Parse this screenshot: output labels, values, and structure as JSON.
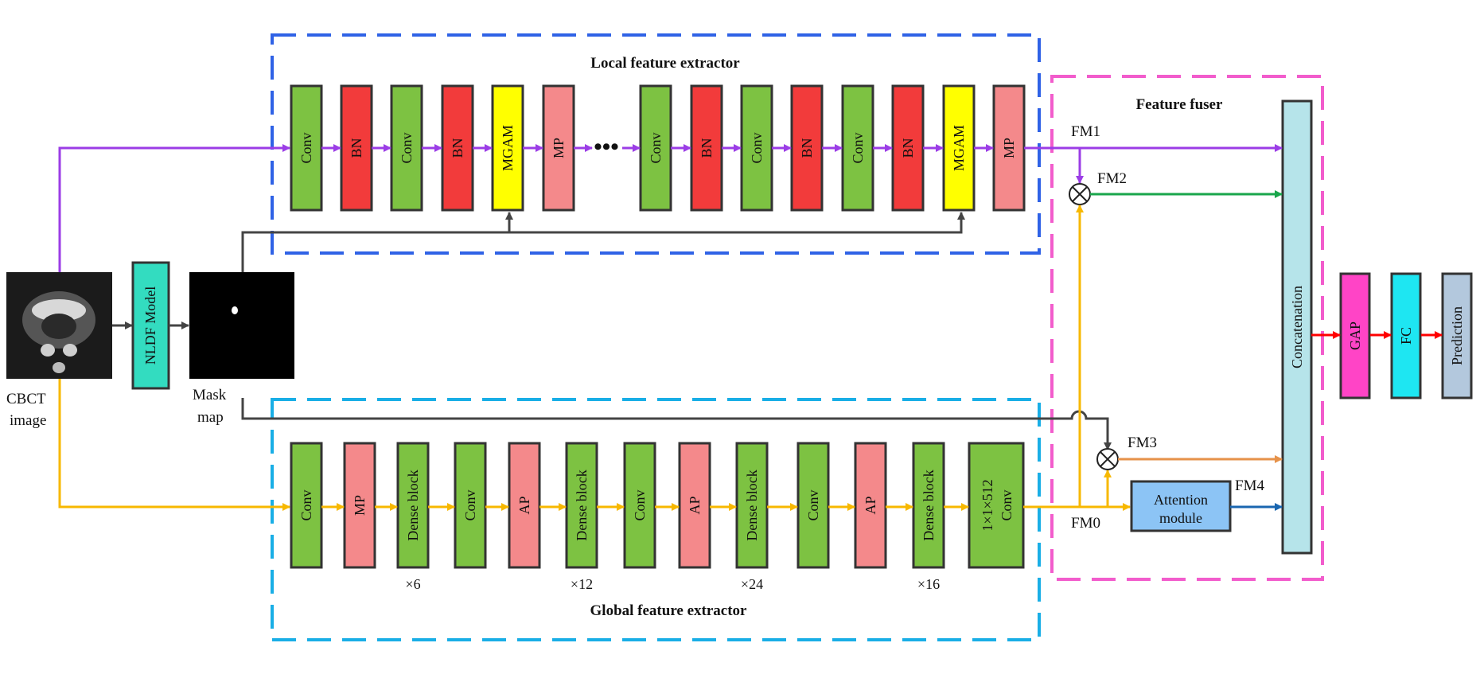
{
  "inputs": {
    "cbct_label": [
      "CBCT",
      "image"
    ],
    "nldf_label": "NLDF Model",
    "mask_label": [
      "Mask",
      "map"
    ]
  },
  "local_extractor": {
    "title": "Local feature extractor",
    "blocks": [
      "Conv",
      "BN",
      "Conv",
      "BN",
      "MGAM",
      "MP",
      "Conv",
      "BN",
      "Conv",
      "BN",
      "Conv",
      "BN",
      "MGAM",
      "MP"
    ]
  },
  "global_extractor": {
    "title": "Global feature extractor",
    "blocks": [
      "Conv",
      "MP",
      "Dense block",
      "Conv",
      "AP",
      "Dense block",
      "Conv",
      "AP",
      "Dense block",
      "Conv",
      "AP",
      "Dense block",
      "1×1×512 Conv"
    ],
    "repeats": [
      "×6",
      "×12",
      "×24",
      "×16"
    ]
  },
  "fuser": {
    "title": "Feature fuser",
    "feature_maps": [
      "FM1",
      "FM2",
      "FM3",
      "FM4",
      "FM0"
    ],
    "attention_label": [
      "Attention",
      "module"
    ],
    "concat_label": "Concatenation"
  },
  "head": {
    "blocks": [
      "GAP",
      "FC",
      "Prediction"
    ]
  },
  "colors": {
    "conv": "#7dc242",
    "bn": "#f23b3b",
    "mgam": "#ffff00",
    "mp": "#f4898b",
    "ap": "#f4898b",
    "dense": "#7dc242",
    "local_box": "#2f62e6",
    "global_box": "#19aee6",
    "fuser_box": "#f25ccc",
    "purple_arrow": "#9b3de6",
    "orange_arrow": "#f7b800",
    "green_arrow": "#19a64b",
    "tan_arrow": "#e6924a",
    "blue_arrow": "#1a66b0",
    "red_arrow": "#ff0000",
    "gray_arrow": "#444444",
    "concat": "#b6e4ea",
    "attention": "#8cc4f5",
    "gap": "#ff44c6",
    "fc": "#1ee6f2",
    "prediction": "#b3c8dd",
    "nldf": "#33dcc0"
  }
}
